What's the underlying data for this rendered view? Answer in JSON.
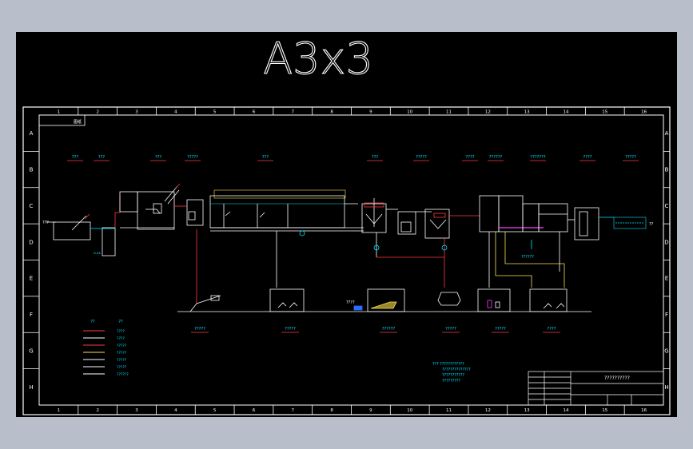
{
  "title": "A3x3",
  "corner_tag": "图纸",
  "col_numbers": [
    "1",
    "2",
    "3",
    "4",
    "5",
    "6",
    "7",
    "8",
    "9",
    "10",
    "11",
    "12",
    "13",
    "14",
    "15",
    "16"
  ],
  "row_letters": [
    "A",
    "B",
    "C",
    "D",
    "E",
    "F",
    "G",
    "H"
  ],
  "top_labels": [
    "???",
    "???",
    "???",
    "?????",
    "???",
    "???",
    "?????",
    "????",
    "??????",
    "???????",
    "????",
    "?????"
  ],
  "bottom_labels": [
    "?????",
    "?????",
    "??????",
    "?????",
    "?????",
    "????"
  ],
  "mid_label": "??????",
  "side_label_left": "???",
  "side_label_right": "??",
  "truck_label": "????",
  "legend_header": [
    "??",
    "??"
  ],
  "legend_items": [
    {
      "text": "????",
      "color": "#ff3b3b"
    },
    {
      "text": "????",
      "color": "#ffffff"
    },
    {
      "text": "?????",
      "color": "#ff3b3b"
    },
    {
      "text": "?????",
      "color": "#ffe14d"
    },
    {
      "text": "?????",
      "color": "#ffffff"
    },
    {
      "text": "?????",
      "color": "#ffffff"
    },
    {
      "text": "??????",
      "color": "#ffffff"
    }
  ],
  "notes": [
    "???   ????????????",
    "??????????????",
    "???????????",
    "?????????"
  ],
  "title_block": {
    "main": "??????????"
  },
  "colors": {
    "background": "#000000",
    "frame": "#ffffff",
    "text": "#00e5ff",
    "sludge": "#ff3b3b",
    "air": "#ffe14d",
    "cyan": "#00e5ff",
    "blue": "#2f6bff",
    "yellow_truck": "#ffe14d",
    "magenta": "#ff3bff"
  }
}
